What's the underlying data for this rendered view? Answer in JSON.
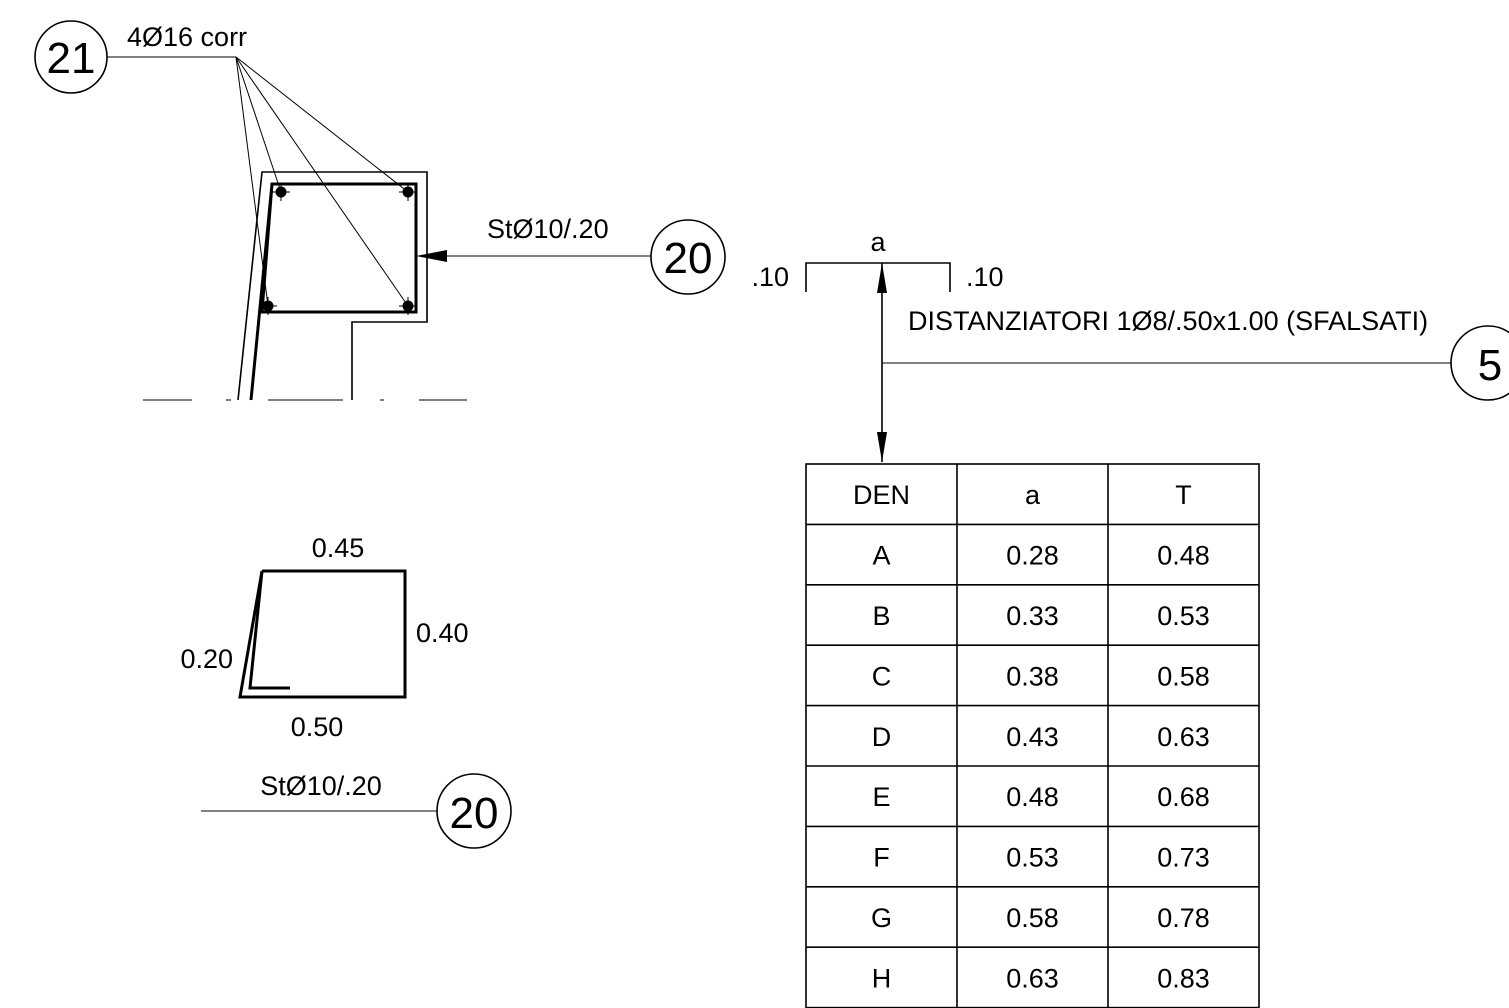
{
  "section": {
    "longitudinal_bars": {
      "mark": "21",
      "label": "4Ø16 corr"
    },
    "stirrup": {
      "mark": "20",
      "label": "StØ10/.20"
    }
  },
  "stirrup_shape": {
    "dims": {
      "top": "0.45",
      "right": "0.40",
      "bottom": "0.50",
      "hook": "0.20"
    },
    "mark": "20",
    "label": "StØ10/.20"
  },
  "spacer": {
    "dim_a": "a",
    "left_leg": ".10",
    "right_leg": ".10",
    "label": "DISTANZIATORI 1Ø8/.50x1.00 (SFALSATI)",
    "mark": "5"
  },
  "table": {
    "headers": [
      "DEN",
      "a",
      "T"
    ],
    "rows": [
      [
        "A",
        "0.28",
        "0.48"
      ],
      [
        "B",
        "0.33",
        "0.53"
      ],
      [
        "C",
        "0.38",
        "0.58"
      ],
      [
        "D",
        "0.43",
        "0.63"
      ],
      [
        "E",
        "0.48",
        "0.68"
      ],
      [
        "F",
        "0.53",
        "0.73"
      ],
      [
        "G",
        "0.58",
        "0.78"
      ],
      [
        "H",
        "0.63",
        "0.83"
      ]
    ]
  }
}
